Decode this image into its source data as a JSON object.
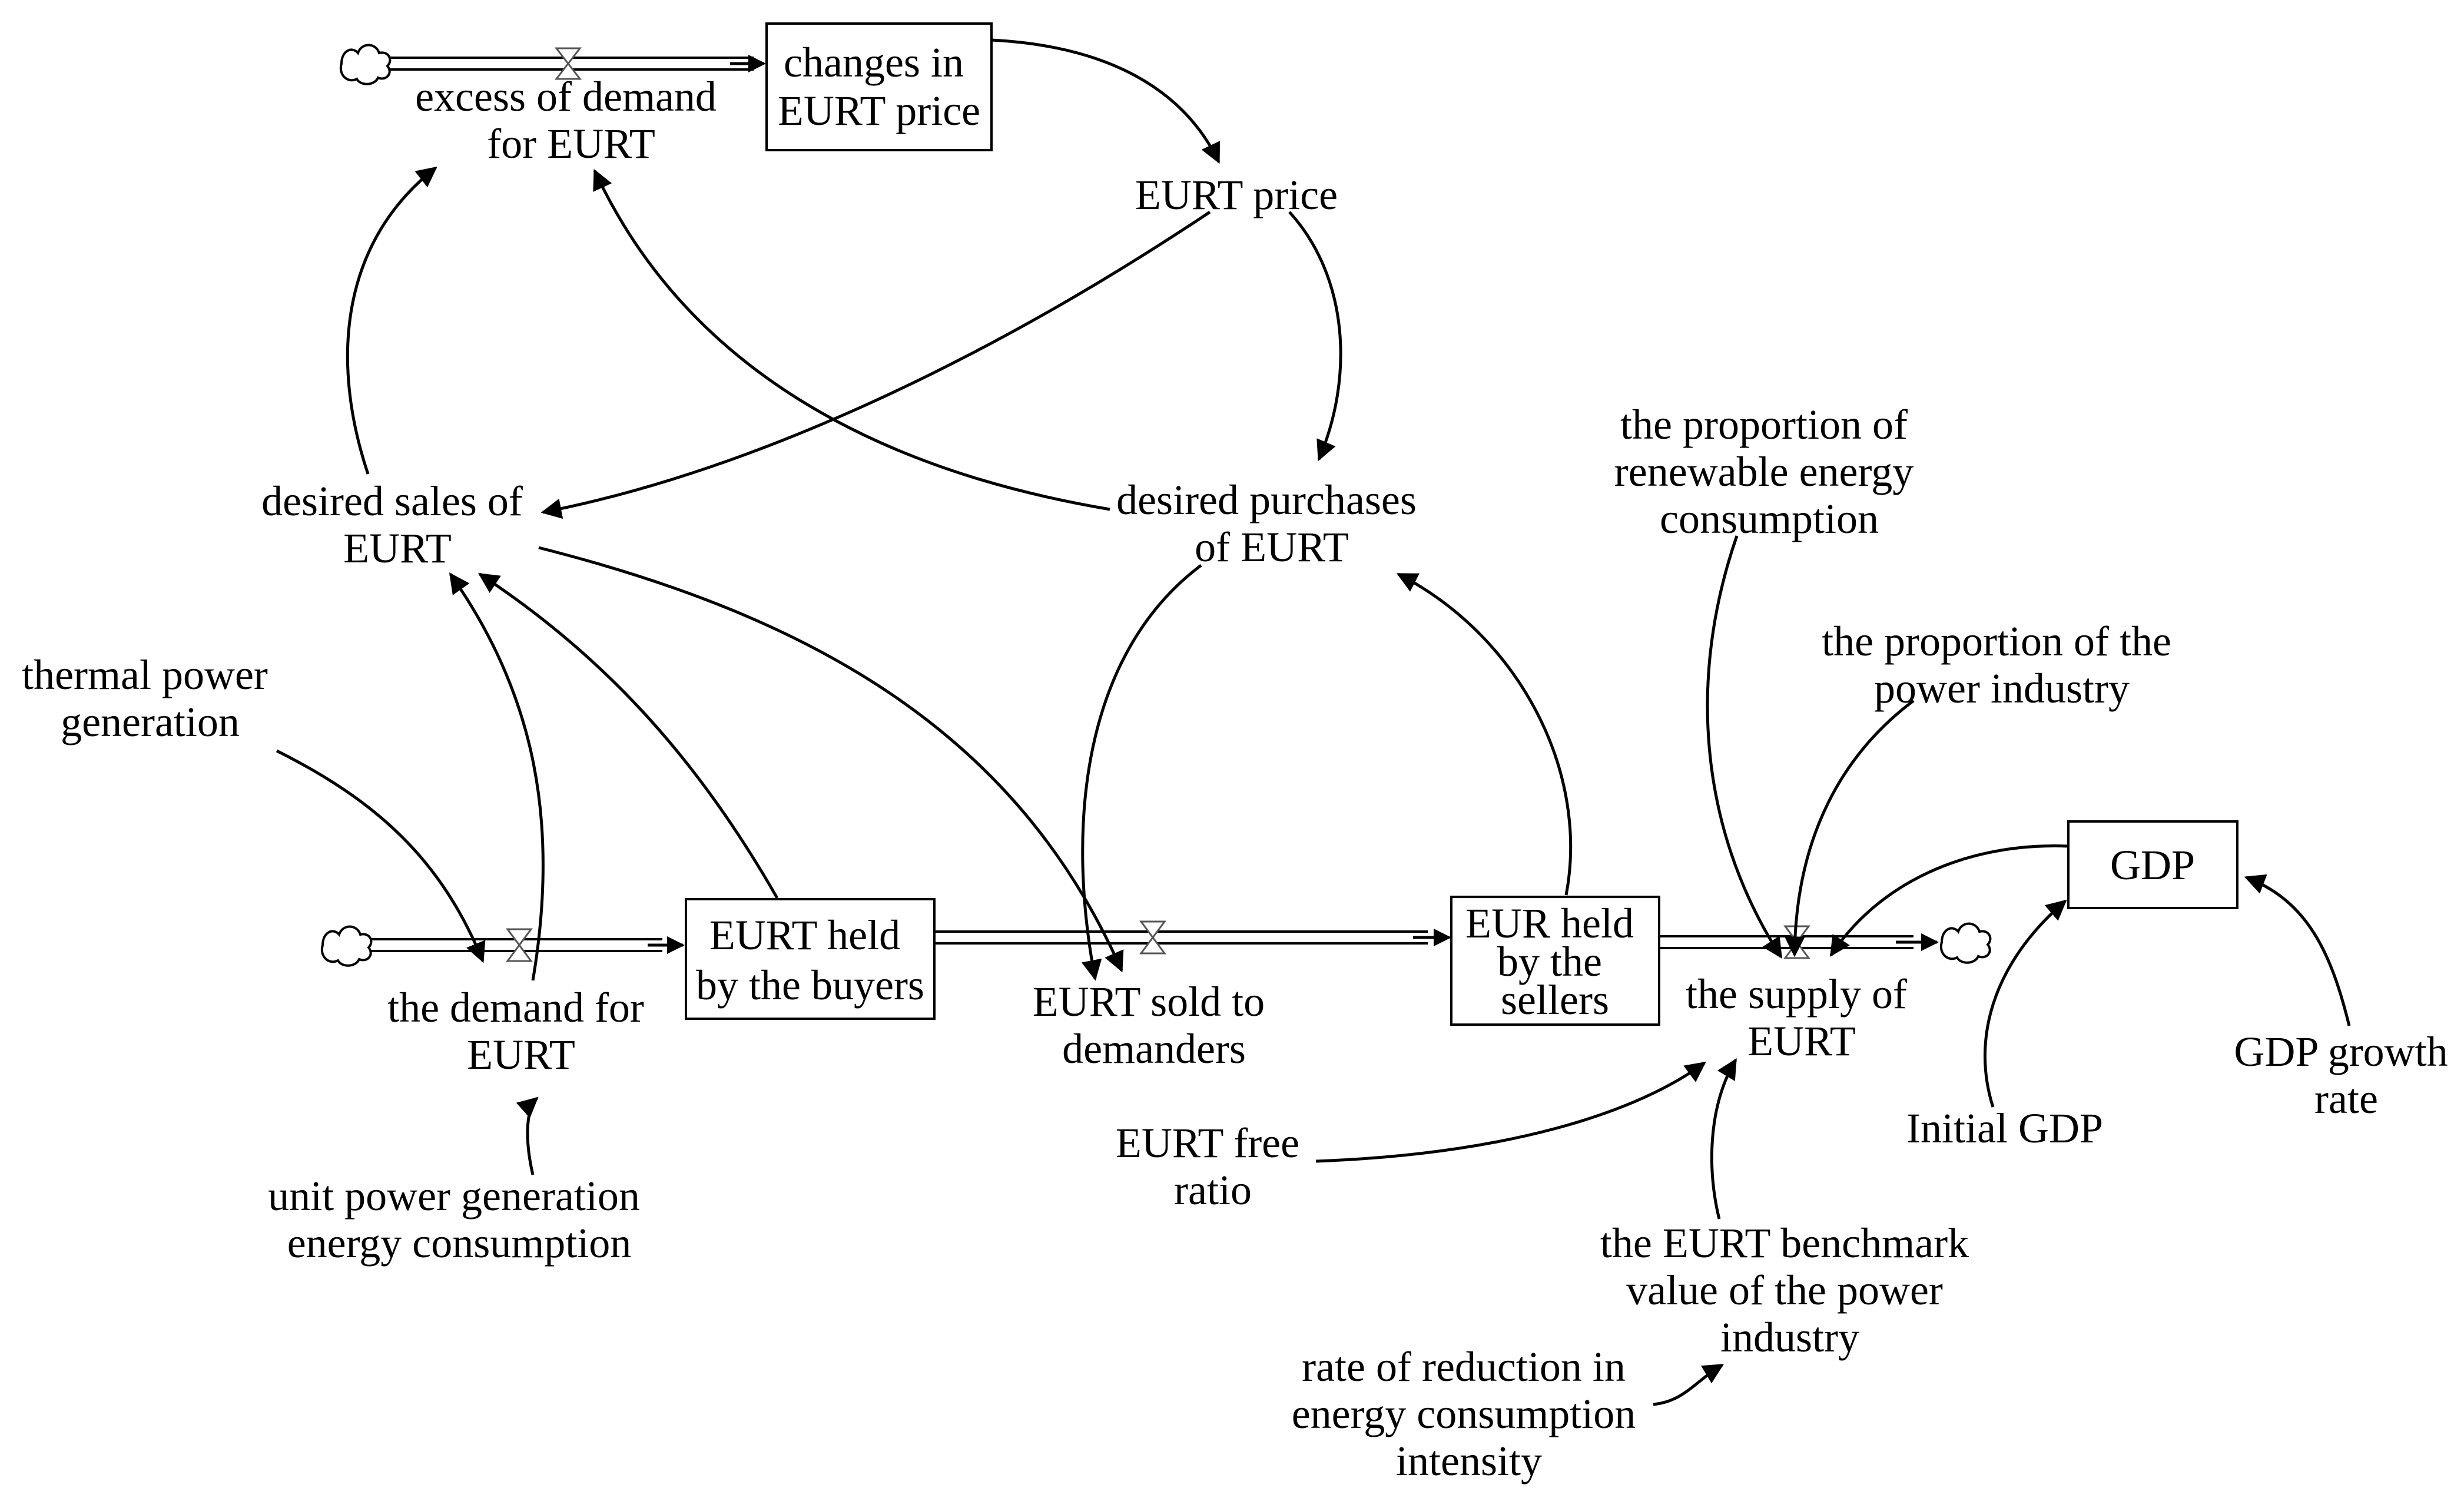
{
  "stocks": {
    "changes_in_eurt_price": [
      "changes in",
      "EURT price"
    ],
    "eurt_held_by_buyers": [
      "EURT held",
      "by the buyers"
    ],
    "eur_held_by_sellers": [
      "EUR held",
      "by the",
      "sellers"
    ],
    "gdp": [
      "GDP"
    ]
  },
  "flows": {
    "excess_of_demand": [
      "excess of demand",
      "for EURT"
    ],
    "demand_for_eurt": [
      "the demand for",
      "EURT"
    ],
    "eurt_sold": [
      "EURT sold to",
      "demanders"
    ],
    "supply_of_eurt": [
      "the supply of",
      "EURT"
    ]
  },
  "variables": {
    "eurt_price": [
      "EURT price"
    ],
    "desired_sales": [
      "desired sales of",
      "EURT"
    ],
    "desired_purchases": [
      "desired purchases",
      "of EURT"
    ],
    "thermal_power": [
      "thermal power",
      "generation"
    ],
    "unit_power": [
      "unit power generation",
      "energy consumption"
    ],
    "proportion_renewable": [
      "the proportion of",
      "renewable energy",
      "consumption"
    ],
    "proportion_power_industry": [
      "the proportion of the",
      "power industry"
    ],
    "eurt_free_ratio": [
      "EURT free",
      "ratio"
    ],
    "benchmark_value": [
      "the EURT benchmark",
      "value of the power",
      "industry"
    ],
    "rate_of_reduction": [
      "rate of reduction in",
      "energy consumption",
      "intensity"
    ],
    "initial_gdp": [
      "Initial GDP"
    ],
    "gdp_growth_rate": [
      "GDP growth",
      "rate"
    ]
  }
}
